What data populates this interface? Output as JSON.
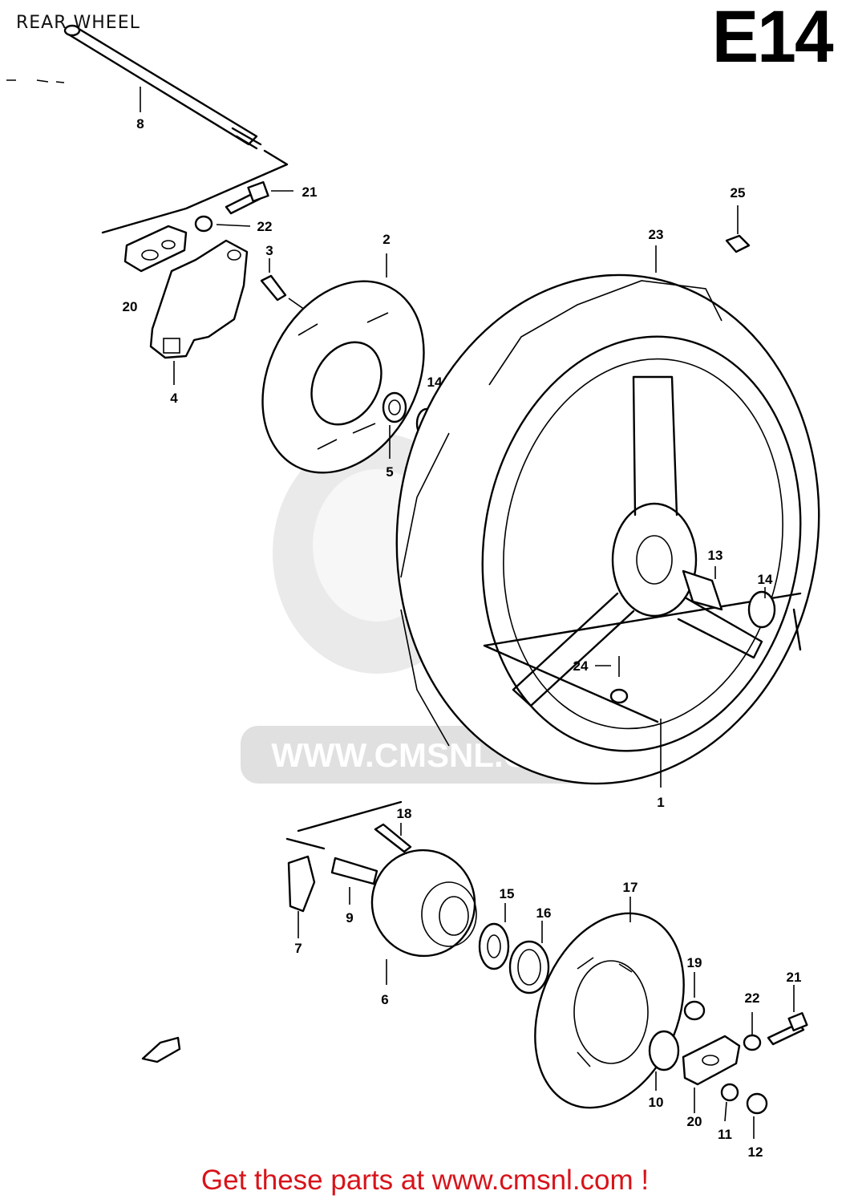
{
  "title": "REAR WHEEL",
  "diagram_code": "E14",
  "watermark": "WWW.CMSNL.COM",
  "footer": "Get these parts at www.cmsnl.com !",
  "colors": {
    "footer_text": "#d8131a",
    "watermark": "#d8d8d8",
    "lines": "#000000"
  },
  "callouts": [
    {
      "id": "c8",
      "label": "8"
    },
    {
      "id": "c21a",
      "label": "21"
    },
    {
      "id": "c22a",
      "label": "22"
    },
    {
      "id": "c20a",
      "label": "20"
    },
    {
      "id": "c3",
      "label": "3"
    },
    {
      "id": "c4",
      "label": "4"
    },
    {
      "id": "c2",
      "label": "2"
    },
    {
      "id": "c14a",
      "label": "14"
    },
    {
      "id": "c5",
      "label": "5"
    },
    {
      "id": "c23",
      "label": "23"
    },
    {
      "id": "c25",
      "label": "25"
    },
    {
      "id": "c13",
      "label": "13"
    },
    {
      "id": "c14b",
      "label": "14"
    },
    {
      "id": "c24",
      "label": "24"
    },
    {
      "id": "c1",
      "label": "1"
    },
    {
      "id": "c18",
      "label": "18"
    },
    {
      "id": "c7",
      "label": "7"
    },
    {
      "id": "c9",
      "label": "9"
    },
    {
      "id": "c6",
      "label": "6"
    },
    {
      "id": "c15",
      "label": "15"
    },
    {
      "id": "c16",
      "label": "16"
    },
    {
      "id": "c17",
      "label": "17"
    },
    {
      "id": "c19",
      "label": "19"
    },
    {
      "id": "c22b",
      "label": "22"
    },
    {
      "id": "c21b",
      "label": "21"
    },
    {
      "id": "c10",
      "label": "10"
    },
    {
      "id": "c20b",
      "label": "20"
    },
    {
      "id": "c11",
      "label": "11"
    },
    {
      "id": "c12",
      "label": "12"
    }
  ]
}
